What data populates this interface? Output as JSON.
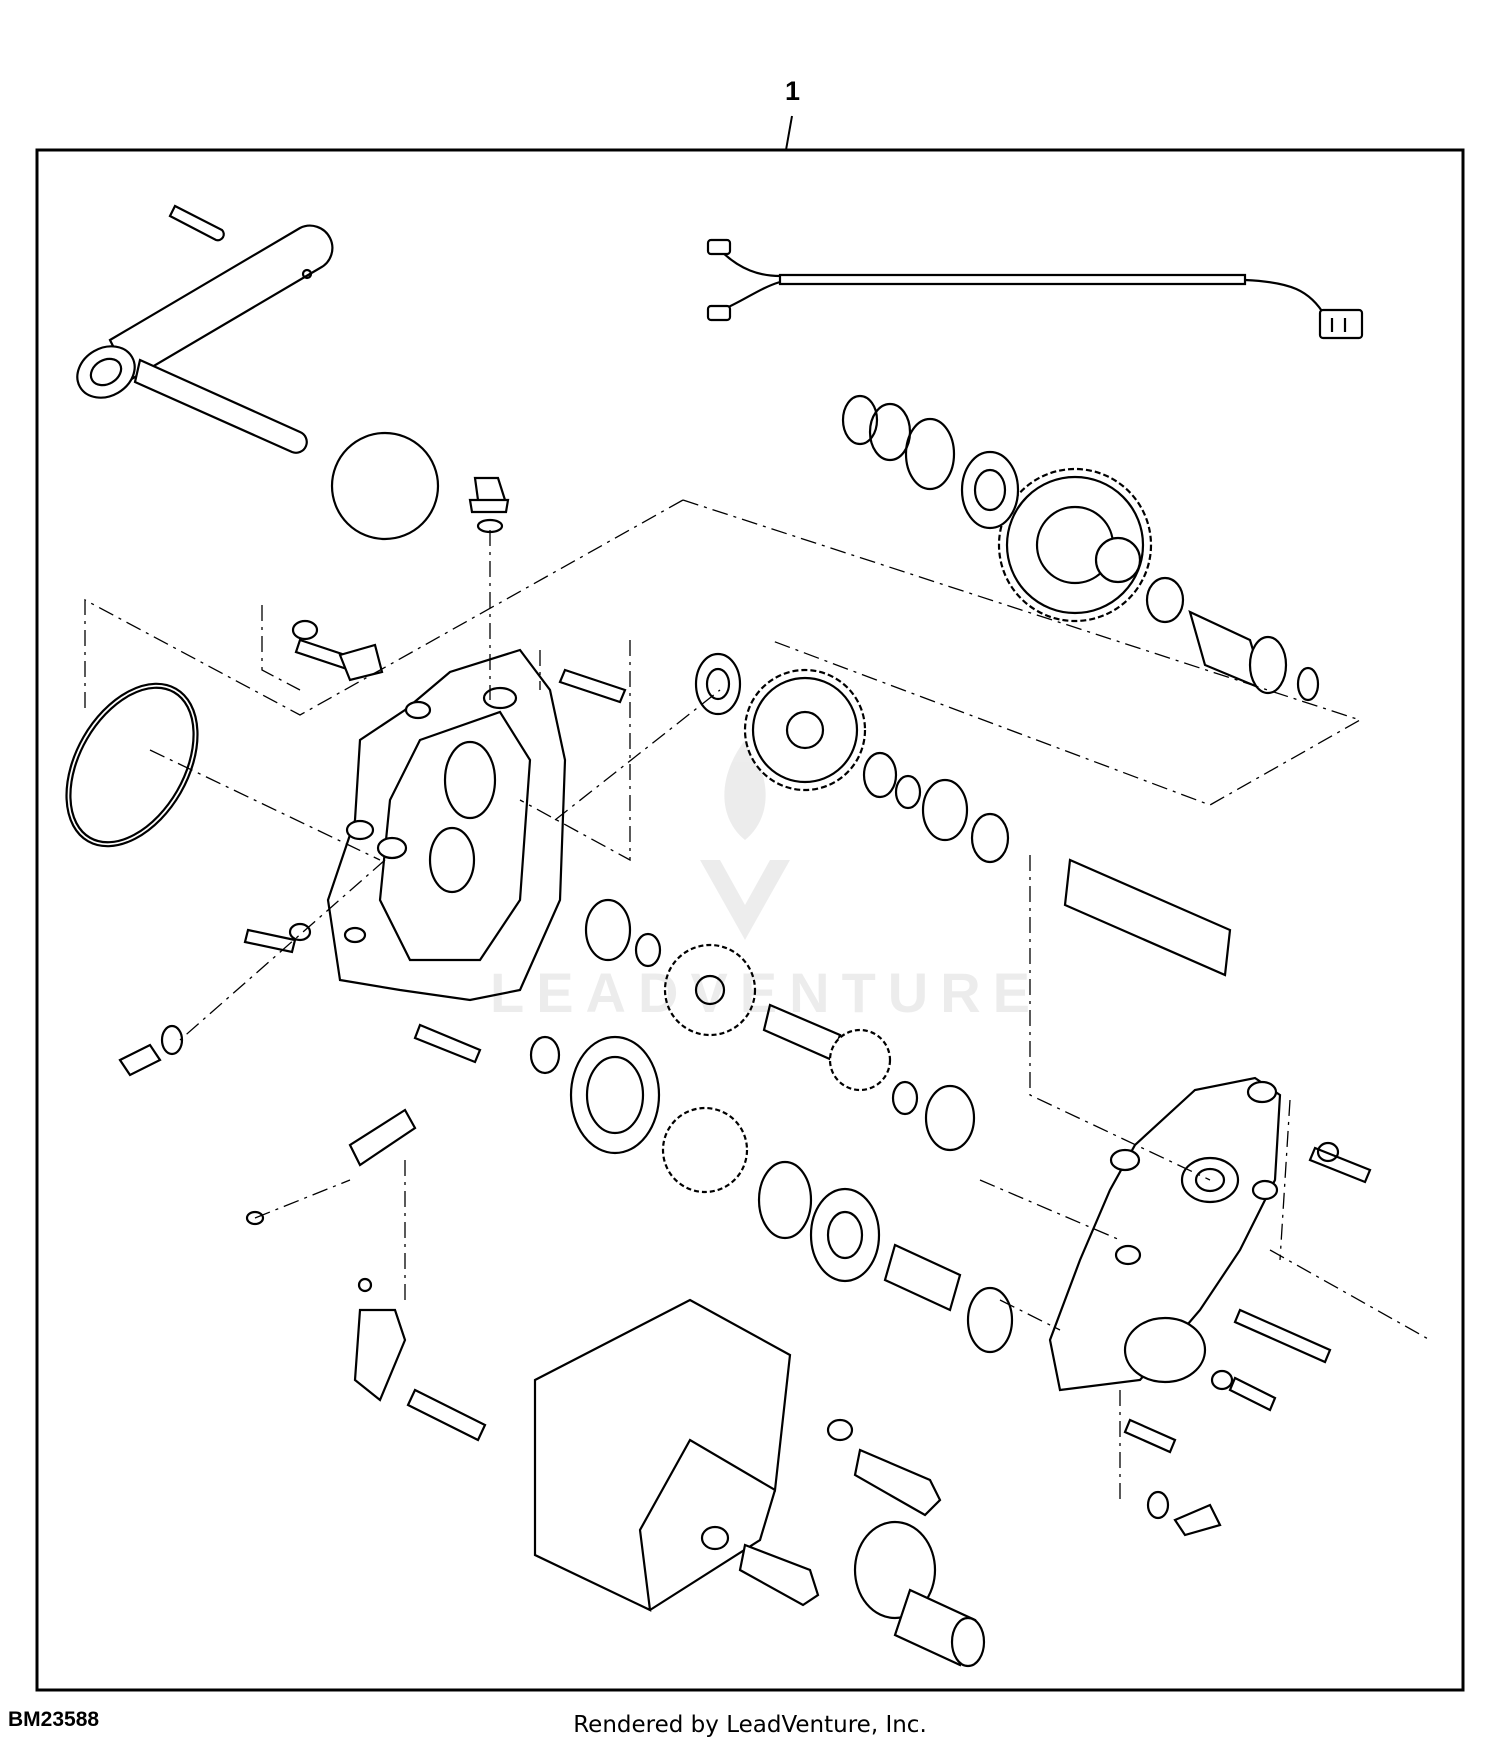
{
  "diagram": {
    "callout_number": "1",
    "figure_id": "BM23588",
    "credit": "Rendered by LeadVenture, Inc.",
    "watermark": "LEADVENTURE",
    "line_color": "#000000",
    "background": "#ffffff"
  }
}
